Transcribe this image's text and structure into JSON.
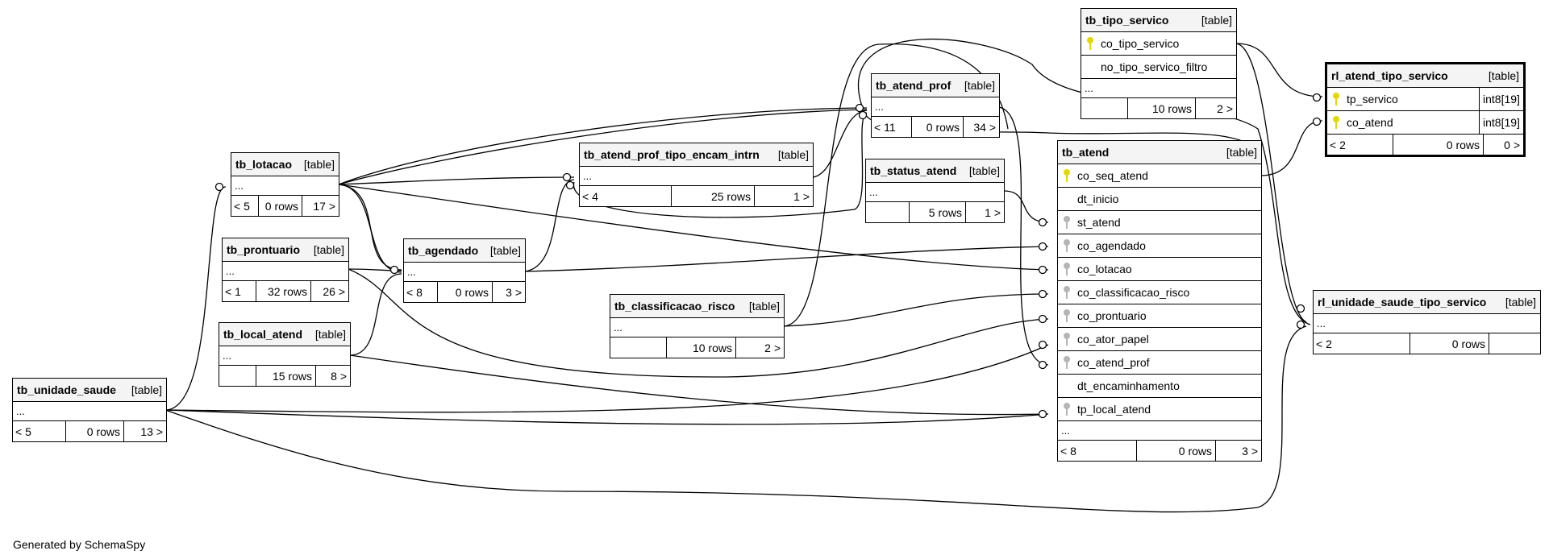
{
  "footer_text": "Generated by SchemaSpy",
  "tables": {
    "tb_tipo_servico": {
      "name": "tb_tipo_servico",
      "type": "[table]",
      "columns": [
        {
          "name": "co_tipo_servico",
          "key": "pk"
        },
        {
          "name": "no_tipo_servico_filtro",
          "key": ""
        }
      ],
      "dots": "...",
      "parents": "",
      "rows": "10 rows",
      "children": "2 >"
    },
    "rl_atend_tipo_servico": {
      "name": "rl_atend_tipo_servico",
      "type": "[table]",
      "columns": [
        {
          "name": "tp_servico",
          "key": "pk",
          "type": "int8[19]"
        },
        {
          "name": "co_atend",
          "key": "pk",
          "type": "int8[19]"
        }
      ],
      "parents": "< 2",
      "rows": "0 rows",
      "children": "0 >"
    },
    "tb_atend_prof": {
      "name": "tb_atend_prof",
      "type": "[table]",
      "dots": "...",
      "parents": "< 11",
      "rows": "0 rows",
      "children": "34 >"
    },
    "tb_atend_prof_tipo_encam_intrn": {
      "name": "tb_atend_prof_tipo_encam_intrn",
      "type": "[table]",
      "dots": "...",
      "parents": "< 4",
      "rows": "25 rows",
      "children": "1 >"
    },
    "tb_status_atend": {
      "name": "tb_status_atend",
      "type": "[table]",
      "dots": "...",
      "parents": "",
      "rows": "5 rows",
      "children": "1 >"
    },
    "tb_atend": {
      "name": "tb_atend",
      "type": "[table]",
      "columns": [
        {
          "name": "co_seq_atend",
          "key": "pk"
        },
        {
          "name": "dt_inicio",
          "key": ""
        },
        {
          "name": "st_atend",
          "key": "fk"
        },
        {
          "name": "co_agendado",
          "key": "fk"
        },
        {
          "name": "co_lotacao",
          "key": "fk"
        },
        {
          "name": "co_classificacao_risco",
          "key": "fk"
        },
        {
          "name": "co_prontuario",
          "key": "fk"
        },
        {
          "name": "co_ator_papel",
          "key": "fk"
        },
        {
          "name": "co_atend_prof",
          "key": "fk"
        },
        {
          "name": "dt_encaminhamento",
          "key": ""
        },
        {
          "name": "tp_local_atend",
          "key": "fk"
        }
      ],
      "dots": "...",
      "parents": "< 8",
      "rows": "0 rows",
      "children": "3 >"
    },
    "tb_lotacao": {
      "name": "tb_lotacao",
      "type": "[table]",
      "dots": "...",
      "parents": "< 5",
      "rows": "0 rows",
      "children": "17 >"
    },
    "tb_prontuario": {
      "name": "tb_prontuario",
      "type": "[table]",
      "dots": "...",
      "parents": "< 1",
      "rows": "32 rows",
      "children": "26 >"
    },
    "tb_agendado": {
      "name": "tb_agendado",
      "type": "[table]",
      "dots": "...",
      "parents": "< 8",
      "rows": "0 rows",
      "children": "3 >"
    },
    "tb_classificacao_risco": {
      "name": "tb_classificacao_risco",
      "type": "[table]",
      "dots": "...",
      "parents": "",
      "rows": "10 rows",
      "children": "2 >"
    },
    "tb_local_atend": {
      "name": "tb_local_atend",
      "type": "[table]",
      "dots": "...",
      "parents": "",
      "rows": "15 rows",
      "children": "8 >"
    },
    "tb_unidade_saude": {
      "name": "tb_unidade_saude",
      "type": "[table]",
      "dots": "...",
      "parents": "< 5",
      "rows": "0 rows",
      "children": "13 >"
    },
    "rl_unidade_saude_tipo_servico": {
      "name": "rl_unidade_saude_tipo_servico",
      "type": "[table]",
      "dots": "...",
      "parents": "< 2",
      "rows": "0 rows",
      "children": ""
    }
  }
}
